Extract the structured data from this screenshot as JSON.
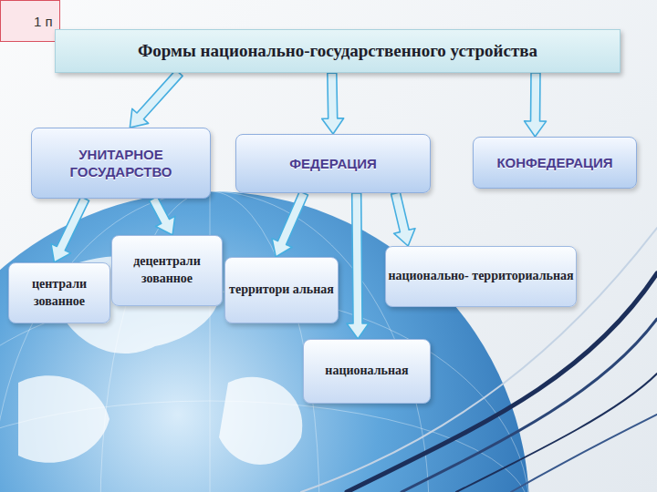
{
  "diagram": {
    "nodes": [
      {
        "text": [
          "Формы национально-государственного устройства"
        ]
      },
      {
        "text": [
          "УНИТАРНОЕ ГОСУДАРСТВО"
        ]
      },
      {
        "text": [
          "ФЕДЕРАЦИЯ"
        ]
      },
      {
        "text": [
          "КОНФЕДЕРАЦИЯ"
        ]
      },
      {
        "text": [
          "централи зованное"
        ]
      },
      {
        "text": [
          "децентрали зованное"
        ]
      },
      {
        "text": [
          "территори альная"
        ]
      },
      {
        "text": [
          "национальная"
        ]
      },
      {
        "text": [
          "национально- территориальная"
        ]
      }
    ],
    "edges": [
      {
        "from": 0,
        "to": 1,
        "arrow": "to"
      },
      {
        "from": 0,
        "to": 2,
        "arrow": "to"
      },
      {
        "from": 0,
        "to": 3,
        "arrow": "to"
      },
      {
        "from": 1,
        "to": 4,
        "arrow": "to"
      },
      {
        "from": 1,
        "to": 5,
        "arrow": "to"
      },
      {
        "from": 2,
        "to": 6,
        "arrow": "to"
      },
      {
        "from": 2,
        "to": 7,
        "arrow": "to"
      },
      {
        "from": 2,
        "to": 8,
        "arrow": "to"
      }
    ],
    "labels": [
      "1 п"
    ]
  }
}
